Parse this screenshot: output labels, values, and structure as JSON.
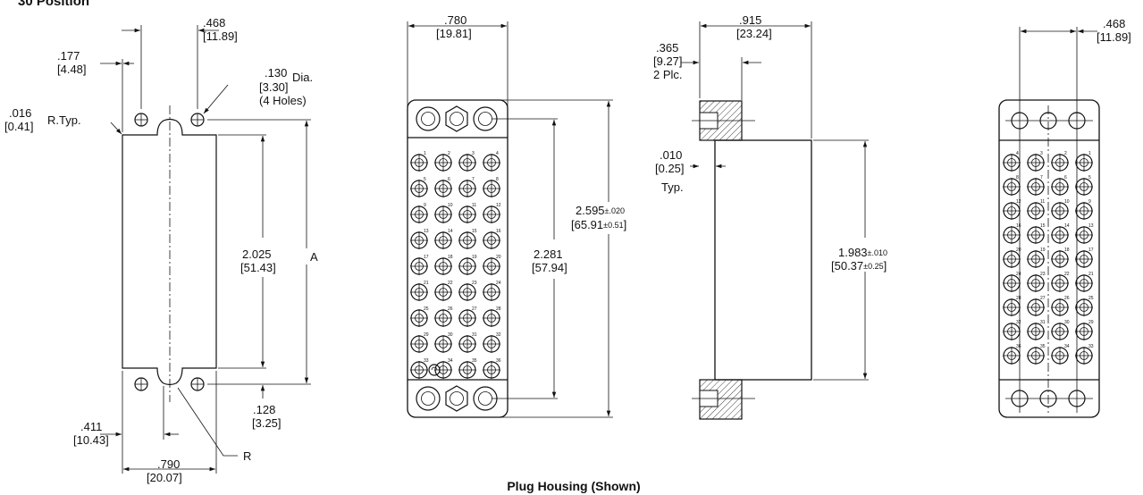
{
  "title": "30 Position",
  "caption": "Plug Housing (Shown)",
  "view1": {
    "dims": {
      "d468": ".468",
      "d468mm": "[11.89]",
      "d177": ".177",
      "d177mm": "[4.48]",
      "d130": ".130",
      "d130mm": "[3.30]",
      "dia": "Dia.",
      "holes": "(4 Holes)",
      "d016": ".016",
      "d016mm": "[0.41]",
      "rtyp": "R.Typ.",
      "d2025": "2.025",
      "d2025mm": "[51.43]",
      "A": "A",
      "d128": ".128",
      "d128mm": "[3.25]",
      "d411": ".411",
      "d411mm": "[10.43]",
      "R": "R",
      "d790": ".790",
      "d790mm": "[20.07]"
    }
  },
  "view2": {
    "dims": {
      "d780": ".780",
      "d780mm": "[19.81]",
      "d2595": "2.595",
      "d2595tol": "±.020",
      "d2595mm": "[65.91",
      "d2595mmtol": "±0.51",
      "close": "]",
      "d2281": "2.281",
      "d2281mm": "[57.94]"
    },
    "pin_labels": [
      [
        "1",
        "2",
        "3",
        "4"
      ],
      [
        "5",
        "6",
        "7",
        "8"
      ],
      [
        "9",
        "10",
        "11",
        "12"
      ],
      [
        "13",
        "14",
        "15",
        "16"
      ],
      [
        "17",
        "18",
        "19",
        "20"
      ],
      [
        "21",
        "22",
        "23",
        "24"
      ],
      [
        "25",
        "26",
        "27",
        "28"
      ],
      [
        "29",
        "30",
        "31",
        "32"
      ],
      [
        "33",
        "34",
        "35",
        "36"
      ]
    ]
  },
  "view3": {
    "dims": {
      "d915": ".915",
      "d915mm": "[23.24]",
      "d365": ".365",
      "d365mm": "[9.27]",
      "plc": "2 Plc.",
      "d010": ".010",
      "d010mm": "[0.25]",
      "typ": "Typ.",
      "d1983": "1.983",
      "d1983tol": "±.010",
      "d1983mm": "[50.37",
      "d1983mmtol": "±0.25",
      "close": "]"
    }
  },
  "view4": {
    "dims": {
      "d468": ".468",
      "d468mm": "[11.89]"
    },
    "pin_labels": [
      [
        "4",
        "3",
        "2",
        "1"
      ],
      [
        "8",
        "7",
        "6",
        "5"
      ],
      [
        "12",
        "11",
        "10",
        "9"
      ],
      [
        "16",
        "15",
        "14",
        "13"
      ],
      [
        "20",
        "19",
        "18",
        "17"
      ],
      [
        "24",
        "23",
        "22",
        "21"
      ],
      [
        "28",
        "27",
        "26",
        "25"
      ],
      [
        "32",
        "31",
        "30",
        "29"
      ],
      [
        "36",
        "35",
        "34",
        "33"
      ]
    ]
  }
}
